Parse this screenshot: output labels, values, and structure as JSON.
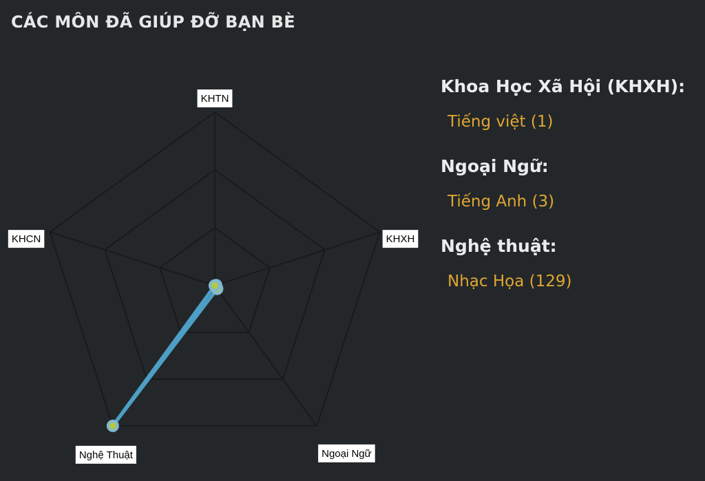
{
  "page": {
    "title": "CÁC MÔN ĐÃ GIÚP ĐỠ BẠN BÈ"
  },
  "colors": {
    "background": "#23272a",
    "grid": "#151819",
    "series_line": "#4d9fc5",
    "series_point": "#82b8d0",
    "point_center": "#b2c846",
    "highlight_text": "#e1a630",
    "heading_text": "#ececec"
  },
  "chart_data": {
    "type": "radar",
    "axes": [
      "KHTN",
      "KHXH",
      "Ngoại Ngữ",
      "Nghệ Thuật",
      "KHCN"
    ],
    "values": [
      0,
      1,
      3,
      129,
      0
    ],
    "max": 129,
    "grid_levels": 3,
    "legend": "none"
  },
  "details": {
    "groups": [
      {
        "title": "Khoa Học Xã Hội (KHXH):",
        "items": [
          "Tiếng việt (1)"
        ]
      },
      {
        "title": "Ngoại Ngữ:",
        "items": [
          "Tiếng Anh (3)"
        ]
      },
      {
        "title": "Nghệ thuật:",
        "items": [
          "Nhạc Họa (129)"
        ]
      }
    ]
  }
}
